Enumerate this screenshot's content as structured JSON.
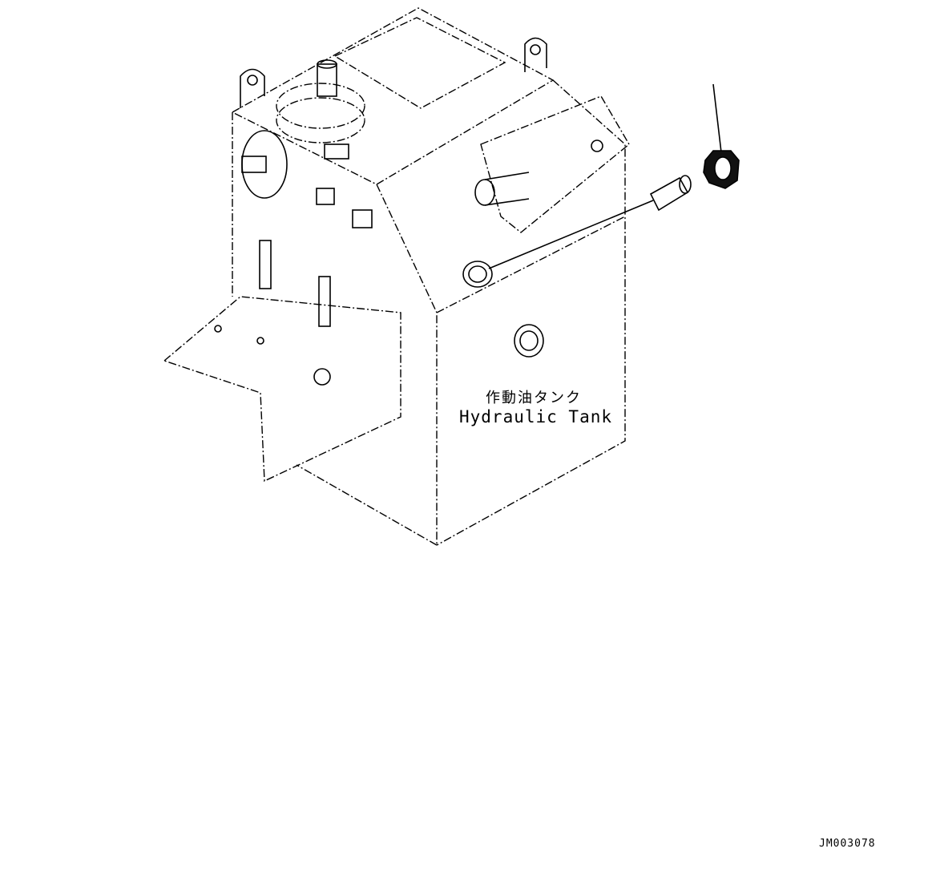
{
  "diagram": {
    "part_label_japanese": "作動油タンク",
    "part_label_english": "Hydraulic Tank",
    "drawing_number": "JM003078"
  }
}
